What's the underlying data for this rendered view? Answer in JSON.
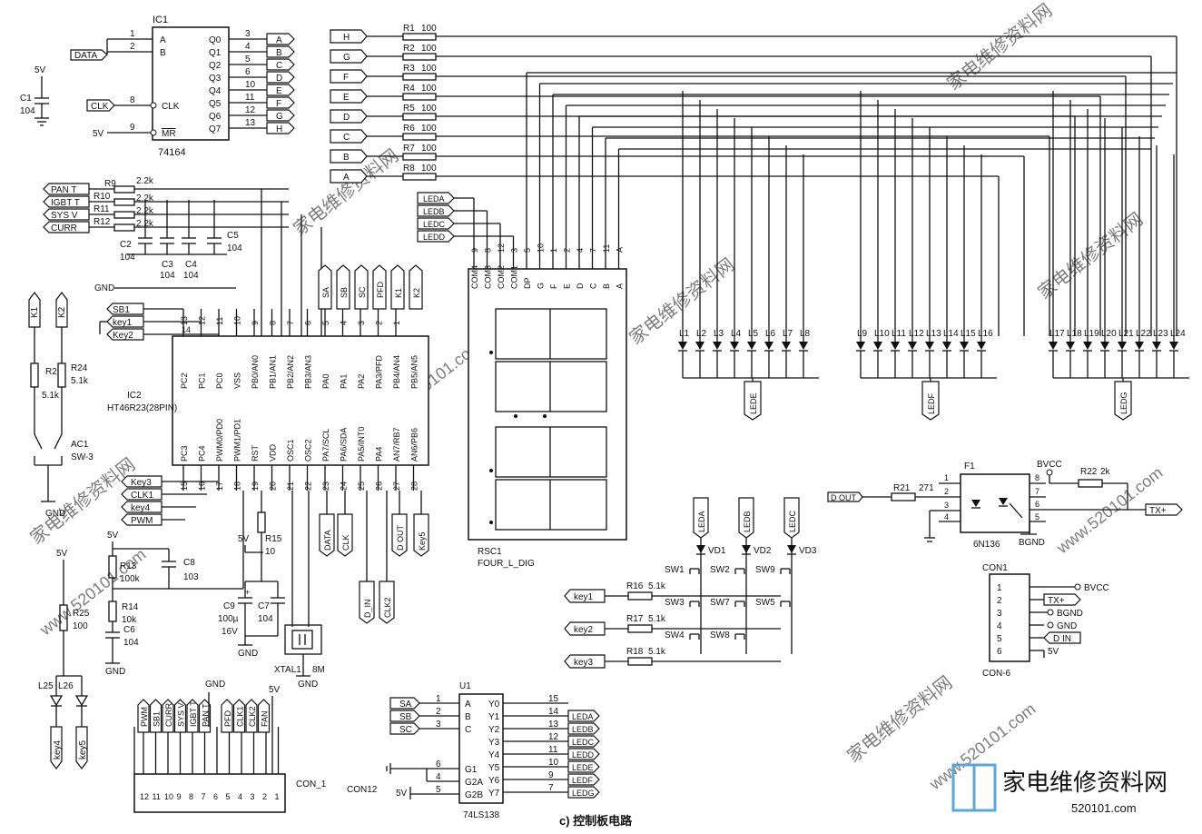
{
  "caption": "c) 控制板电路",
  "watermark": {
    "text": "家电维修资料网",
    "url": "www.520101.com",
    "logo_text": "家电维修资料网",
    "logo_url": "520101.com"
  },
  "ic1": {
    "ref": "IC1",
    "part": "74164",
    "left_pins": [
      {
        "num": "1",
        "name": "A"
      },
      {
        "num": "2",
        "name": "B"
      },
      {
        "num": "8",
        "name": "CLK"
      },
      {
        "num": "9",
        "name": "MR"
      }
    ],
    "right_pins": [
      {
        "num": "3",
        "name": "Q0",
        "net": "A"
      },
      {
        "num": "4",
        "name": "Q1",
        "net": "B"
      },
      {
        "num": "5",
        "name": "Q2",
        "net": "C"
      },
      {
        "num": "6",
        "name": "Q3",
        "net": "D"
      },
      {
        "num": "10",
        "name": "Q4",
        "net": "E"
      },
      {
        "num": "11",
        "name": "Q5",
        "net": "F"
      },
      {
        "num": "12",
        "name": "Q6",
        "net": "G"
      },
      {
        "num": "13",
        "name": "Q7",
        "net": "H"
      }
    ],
    "inputs": {
      "data": "DATA",
      "clk": "CLK",
      "vcc": "5V"
    }
  },
  "c1": {
    "ref": "C1",
    "value": "104",
    "supply": "5V"
  },
  "seg_resistors": [
    {
      "net": "H",
      "ref": "R1",
      "value": "100"
    },
    {
      "net": "G",
      "ref": "R2",
      "value": "100"
    },
    {
      "net": "F",
      "ref": "R3",
      "value": "100"
    },
    {
      "net": "E",
      "ref": "R4",
      "value": "100"
    },
    {
      "net": "D",
      "ref": "R5",
      "value": "100"
    },
    {
      "net": "C",
      "ref": "R6",
      "value": "100"
    },
    {
      "net": "B",
      "ref": "R7",
      "value": "100"
    },
    {
      "net": "A",
      "ref": "R8",
      "value": "100"
    }
  ],
  "led_common": [
    "LEDA",
    "LEDB",
    "LEDC",
    "LEDD"
  ],
  "display": {
    "ref": "RSC1",
    "part": "FOUR_L_DIG",
    "pins": [
      {
        "num": "9",
        "name": "COM4"
      },
      {
        "num": "8",
        "name": "COM3"
      },
      {
        "num": "12",
        "name": "COM2"
      },
      {
        "num": "3",
        "name": "COM1"
      },
      {
        "num": "5",
        "name": "DP"
      },
      {
        "num": "10",
        "name": "G"
      },
      {
        "num": "1",
        "name": "F"
      },
      {
        "num": "2",
        "name": "E"
      },
      {
        "num": "4",
        "name": "D"
      },
      {
        "num": "7",
        "name": "C"
      },
      {
        "num": "11",
        "name": "B"
      },
      {
        "num": "A",
        "name": "A"
      }
    ]
  },
  "led_groups": [
    {
      "leds": [
        "L1",
        "L2",
        "L3",
        "L4",
        "L5",
        "L6",
        "L7",
        "L8"
      ],
      "net": "LEDE"
    },
    {
      "leds": [
        "L9",
        "L10",
        "L11",
        "L12",
        "L13",
        "L14",
        "L15",
        "L16"
      ],
      "net": "LEDF"
    },
    {
      "leds": [
        "L17",
        "L18",
        "L19",
        "L20",
        "L21",
        "L22",
        "L23",
        "L24"
      ],
      "net": "LEDG"
    }
  ],
  "sensors": [
    {
      "net": "PAN T",
      "ref": "R9",
      "value": "2.2k"
    },
    {
      "net": "IGBT T",
      "ref": "R10",
      "value": "2.2k"
    },
    {
      "net": "SYS V",
      "ref": "R11",
      "value": "2.2k"
    },
    {
      "net": "CURR",
      "ref": "R12",
      "value": "2.2k"
    }
  ],
  "sensor_caps": [
    {
      "ref": "C2",
      "value": "104"
    },
    {
      "ref": "C3",
      "value": "104"
    },
    {
      "ref": "C4",
      "value": "104"
    },
    {
      "ref": "C5",
      "value": "104"
    }
  ],
  "ic2": {
    "ref": "IC2",
    "part": "HT46R23(28PIN)",
    "top_pins": [
      {
        "num": "13",
        "name": "PC2"
      },
      {
        "num": "12",
        "name": "PC1"
      },
      {
        "num": "11",
        "name": "PC0"
      },
      {
        "num": "10",
        "name": "VSS"
      },
      {
        "num": "9",
        "name": "PB0/AN0"
      },
      {
        "num": "8",
        "name": "PB1/AN1"
      },
      {
        "num": "7",
        "name": "PB2/AN2"
      },
      {
        "num": "6",
        "name": "PB3/AN3"
      },
      {
        "num": "5",
        "name": "PA0"
      },
      {
        "num": "4",
        "name": "PA1"
      },
      {
        "num": "3",
        "name": "PA2"
      },
      {
        "num": "2",
        "name": "PA3/PFD"
      },
      {
        "num": "1",
        "name": "PB4/AN4"
      },
      {
        "num": "",
        "name": "PB5/AN5"
      }
    ],
    "bottom_pins": [
      {
        "num": "15",
        "name": "PC3"
      },
      {
        "num": "16",
        "name": "PC4"
      },
      {
        "num": "17",
        "name": "PWM0/PD0"
      },
      {
        "num": "18",
        "name": "PWM1/PD1"
      },
      {
        "num": "19",
        "name": "RST"
      },
      {
        "num": "20",
        "name": "VDD"
      },
      {
        "num": "21",
        "name": "OSC1"
      },
      {
        "num": "22",
        "name": "OSC2"
      },
      {
        "num": "23",
        "name": "PA7/SCL"
      },
      {
        "num": "24",
        "name": "PA6/SDA"
      },
      {
        "num": "25",
        "name": "PA5/INT0"
      },
      {
        "num": "26",
        "name": "PA4"
      },
      {
        "num": "27",
        "name": "AN7/RB7"
      },
      {
        "num": "28",
        "name": "AN6/PB6"
      }
    ],
    "top_nets": [
      "SA",
      "SB",
      "SC",
      "PFD",
      "K1",
      "K2"
    ],
    "left_nets": [
      "SB1",
      "key1",
      "Key2"
    ],
    "left_bottom_nets": [
      "Key3",
      "CLK1",
      "key4",
      "PWM"
    ],
    "bottom_nets": [
      "DATA",
      "CLK",
      "D_IN",
      "CLK2",
      "D OUT",
      "Key5"
    ],
    "gnd": "GND",
    "pin14": "14"
  },
  "k_section": {
    "k1": "K1",
    "k2": "K2",
    "r2": {
      "ref": "R2",
      "value": "5.1k"
    },
    "r24": {
      "ref": "R24",
      "value": "5.1k"
    },
    "sw": {
      "ref": "AC1",
      "value": "SW-3"
    },
    "gnd": "GND"
  },
  "reset": {
    "supply": "5V",
    "r13": {
      "ref": "R13",
      "value": "100k"
    },
    "c8": {
      "ref": "C8",
      "value": "103"
    },
    "r14": {
      "ref": "R14",
      "value": "10k"
    },
    "c6": {
      "ref": "C6",
      "value": "104"
    },
    "gnd": "GND"
  },
  "vdd": {
    "supply": "5V",
    "r15": {
      "ref": "R15",
      "value": "10"
    },
    "c9": {
      "ref": "C9",
      "value": "100µ",
      "voltage": "16V"
    },
    "c7": {
      "ref": "C7",
      "value": "104"
    },
    "gnd": "GND"
  },
  "xtal": {
    "ref": "XTAL1",
    "value": "8M",
    "gnd": "GND"
  },
  "led25": {
    "supply": "5V",
    "r25": {
      "ref": "R25",
      "value": "100"
    },
    "leds": [
      "L25",
      "L26"
    ],
    "nets": [
      "key4",
      "key5"
    ]
  },
  "con1": {
    "ref": "CON_1",
    "gnd": "GND",
    "supply": "5V",
    "pins": [
      "12",
      "11",
      "10",
      "9",
      "8",
      "7",
      "6",
      "5",
      "4",
      "3",
      "2",
      "1"
    ],
    "nets": [
      "PWM",
      "SB1",
      "CURR",
      "SYS V",
      "IGBT T",
      "PAN T",
      "PFD",
      "CLK1",
      "CLK2",
      "FAN"
    ]
  },
  "con12": {
    "ref": "CON12"
  },
  "u1": {
    "ref": "U1",
    "part": "74LS138",
    "inputs": [
      {
        "net": "SA",
        "num": "1",
        "name": "A"
      },
      {
        "net": "SB",
        "num": "2",
        "name": "B"
      },
      {
        "net": "SC",
        "num": "3",
        "name": "C"
      }
    ],
    "enables": [
      {
        "num": "6",
        "name": "G1"
      },
      {
        "num": "4",
        "name": "G2A"
      },
      {
        "num": "5",
        "name": "G2B"
      }
    ],
    "outputs": [
      {
        "name": "Y0",
        "num": "15",
        "net": ""
      },
      {
        "name": "Y1",
        "num": "14",
        "net": "LEDA"
      },
      {
        "name": "Y2",
        "num": "13",
        "net": "LEDB"
      },
      {
        "name": "Y3",
        "num": "12",
        "net": "LEDC"
      },
      {
        "name": "Y4",
        "num": "11",
        "net": "LEDD"
      },
      {
        "name": "Y5",
        "num": "10",
        "net": "LEDE"
      },
      {
        "name": "Y6",
        "num": "9",
        "net": "LEDF"
      },
      {
        "name": "Y7",
        "num": "7",
        "net": "LEDG"
      }
    ],
    "supply": "5V"
  },
  "keypad": {
    "rows": [
      {
        "net": "key1",
        "ref": "R16",
        "value": "5.1k"
      },
      {
        "net": "key2",
        "ref": "R17",
        "value": "5.1k"
      },
      {
        "net": "key3",
        "ref": "R18",
        "value": "5.1k"
      }
    ],
    "switches": [
      [
        "SW1",
        "SW2",
        "SW9"
      ],
      [
        "SW3",
        "SW7",
        "SW5"
      ],
      [
        "SW4",
        "SW8",
        ""
      ]
    ],
    "columns": [
      {
        "net": "LEDA",
        "diode": "VD1"
      },
      {
        "net": "LEDB",
        "diode": "VD2"
      },
      {
        "net": "LEDC",
        "diode": "VD3"
      }
    ]
  },
  "f1": {
    "ref": "F1",
    "part": "6N136",
    "in_net": "D OUT",
    "r21": {
      "ref": "R21",
      "value": "271"
    },
    "r22": {
      "ref": "R22",
      "value": "2k"
    },
    "bvcc": "BVCC",
    "bgnd": "BGND",
    "out_net": "TX+",
    "left_pins": [
      "1",
      "2",
      "3",
      "4"
    ],
    "right_pins": [
      "8",
      "7",
      "6",
      "5"
    ]
  },
  "con6": {
    "ref": "CON1",
    "part": "CON-6",
    "pins": [
      "1",
      "2",
      "3",
      "4",
      "5",
      "6"
    ],
    "nets": [
      "BVCC",
      "TX+",
      "BGND",
      "GND",
      "D IN",
      "5V"
    ]
  }
}
